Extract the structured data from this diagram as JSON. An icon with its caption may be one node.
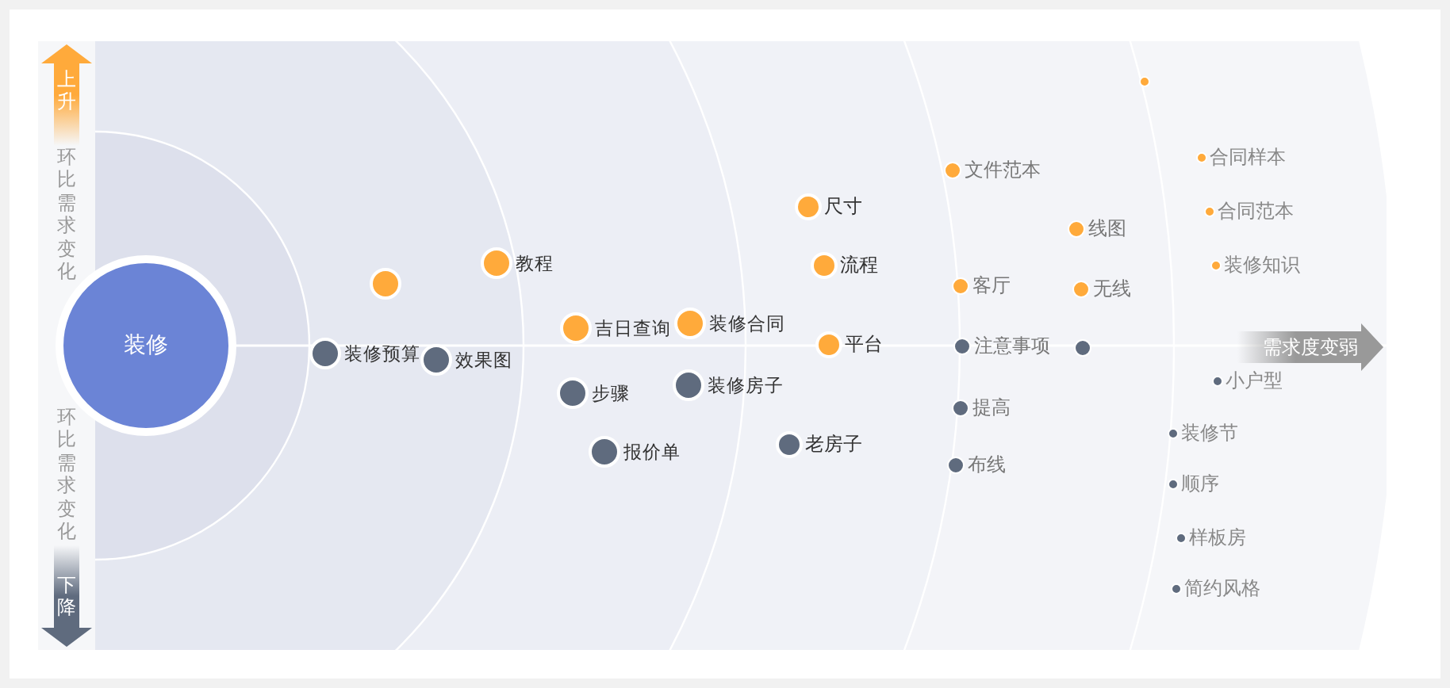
{
  "diagram": {
    "nodes": [
      {
        "text": [
          "装修"
        ]
      },
      {
        "text": [],
        "shape": "circle"
      },
      {
        "text": [
          "教程"
        ]
      },
      {
        "text": [
          "装修预算"
        ]
      },
      {
        "text": [
          "效果图"
        ]
      },
      {
        "text": [
          "吉日查询"
        ]
      },
      {
        "text": [
          "装修合同"
        ]
      },
      {
        "text": [
          "步骤"
        ]
      },
      {
        "text": [
          "装修房子"
        ]
      },
      {
        "text": [
          "报价单"
        ]
      },
      {
        "text": [
          "尺寸"
        ]
      },
      {
        "text": [
          "流程"
        ]
      },
      {
        "text": [
          "平台"
        ]
      },
      {
        "text": [
          "老房子"
        ]
      },
      {
        "text": [
          "文件范本"
        ]
      },
      {
        "text": [
          "客厅"
        ]
      },
      {
        "text": [
          "注意事项"
        ]
      },
      {
        "text": [
          "提高"
        ]
      },
      {
        "text": [
          "布线"
        ]
      },
      {
        "text": [
          "线图"
        ]
      },
      {
        "text": [
          "无线"
        ]
      },
      {
        "text": [],
        "shape": "circle"
      },
      {
        "text": [],
        "shape": "circle"
      },
      {
        "text": [
          "合同样本"
        ]
      },
      {
        "text": [
          "合同范本"
        ]
      },
      {
        "text": [
          "装修知识"
        ]
      },
      {
        "text": [
          "小户型"
        ]
      },
      {
        "text": [
          "装修节"
        ]
      },
      {
        "text": [
          "顺序"
        ]
      },
      {
        "text": [
          "样板房"
        ]
      },
      {
        "text": [
          "简约风格"
        ]
      }
    ],
    "labels": [
      "上升",
      "环比需求变化",
      "环比需求变化",
      "下降",
      "需求度变弱"
    ]
  }
}
